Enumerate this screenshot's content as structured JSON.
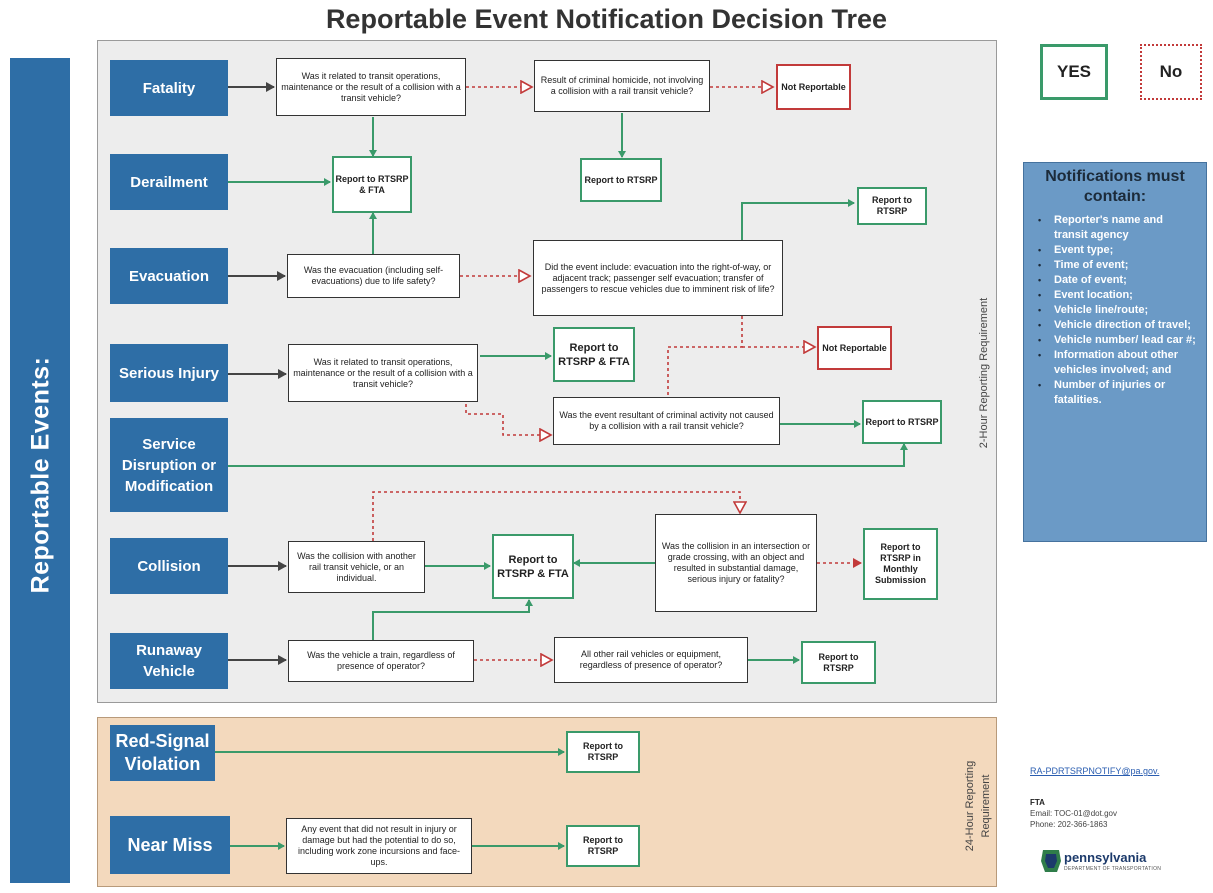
{
  "title": "Reportable Event Notification Decision Tree",
  "sidebar_label": "Reportable Events:",
  "legend": {
    "yes": "YES",
    "no": "No"
  },
  "colors": {
    "yes_line": "#3a9a6a",
    "no_line": "#c23a3a",
    "event_blue": "#2e6ea6",
    "two_hour_panel": "#ededed",
    "twentyfour_hour_panel": "#f3d9bd"
  },
  "events": {
    "fatality": "Fatality",
    "derailment": "Derailment",
    "evacuation": "Evacuation",
    "serious_injury": "Serious Injury",
    "service_disruption": "Service Disruption or Modification",
    "collision": "Collision",
    "runaway_vehicle": "Runaway Vehicle",
    "red_signal": "Red-Signal Violation",
    "near_miss": "Near Miss"
  },
  "questions": {
    "fatality_q1": "Was it related to transit operations, maintenance or the result of a collision with a transit vehicle?",
    "fatality_q2": "Result of criminal homicide, not involving a collision with a rail transit vehicle?",
    "evac_q1": "Was the evacuation (including self-evacuations) due to life safety?",
    "evac_q2": "Did the event include: evacuation into the right-of-way, or adjacent track; passenger self evacuation; transfer of passengers to rescue vehicles due to imminent risk of life?",
    "injury_q1": "Was it related to transit operations, maintenance or the result of a collision with a transit vehicle?",
    "injury_q2": "Was the event resultant of criminal activity not caused by a collision with a rail transit vehicle?",
    "collision_q1": "Was the collision with another rail transit vehicle, or an individual.",
    "collision_q2": "Was the collision in an intersection or grade crossing, with an object and resulted in substantial damage, serious injury or fatality?",
    "runaway_q1": "Was the vehicle a train, regardless of presence of operator?",
    "runaway_q2": "All other rail vehicles or equipment, regardless of presence of operator?",
    "near_miss_q": "Any event that did not result in injury or damage but had the potential to do so, including work zone incursions and face-ups."
  },
  "outcomes": {
    "report_rtsrp_fta": "Report to RTSRP & FTA",
    "report_rtsrp": "Report to RTSRP",
    "not_reportable": "Not Reportable",
    "report_rtsrp_monthly": "Report to RTSRP in Monthly Submission"
  },
  "requirement_labels": {
    "two_hour": "2-Hour Reporting Requirement",
    "twentyfour_hour": "24-Hour Reporting Requirement"
  },
  "notifications": {
    "heading": "Notifications must contain:",
    "items": [
      "Reporter's name and transit agency",
      "Event type;",
      "Time of event;",
      "Date of event;",
      "Event location;",
      "Vehicle line/route;",
      "Vehicle direction of travel;",
      "Vehicle number/ lead car #;",
      "Information about other vehicles involved; and",
      "Number of injuries or fatalities."
    ]
  },
  "contact": {
    "email": "RA-PDRTSRPNOTIFY@pa.gov.",
    "fta_label": "FTA",
    "fta_email": "Email: TOC-01@dot.gov",
    "fta_phone": "Phone: 202-366-1863",
    "logo_name": "pennsylvania",
    "logo_sub": "DEPARTMENT OF TRANSPORTATION"
  }
}
